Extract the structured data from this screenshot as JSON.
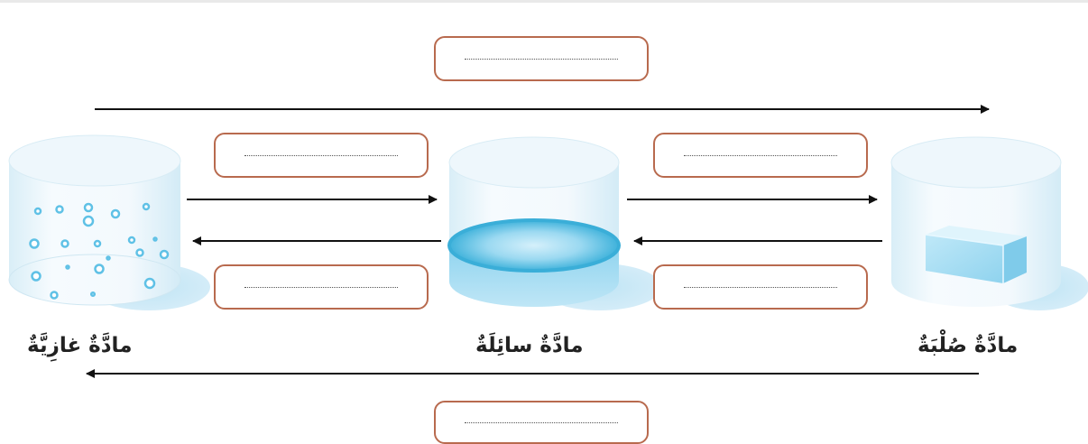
{
  "states": {
    "gas": {
      "label": "مادَّةٌ غازِيَّةٌ"
    },
    "liquid": {
      "label": "مادَّةٌ سائِلَةٌ"
    },
    "solid": {
      "label": "مادَّةٌ صُلْبَةٌ"
    }
  },
  "answer_boxes": {
    "solid_to_gas": "",
    "liquid_to_solid": "",
    "solid_to_liquid": "",
    "gas_to_liquid": "",
    "liquid_to_gas": "",
    "gas_to_solid": ""
  },
  "colors": {
    "box_border": "#b86a4e",
    "arrow": "#111111",
    "water": "#3fb2db",
    "water_light": "#a9dcf0",
    "bubble": "#5fc1e6",
    "ice": "#8fd3ee"
  }
}
